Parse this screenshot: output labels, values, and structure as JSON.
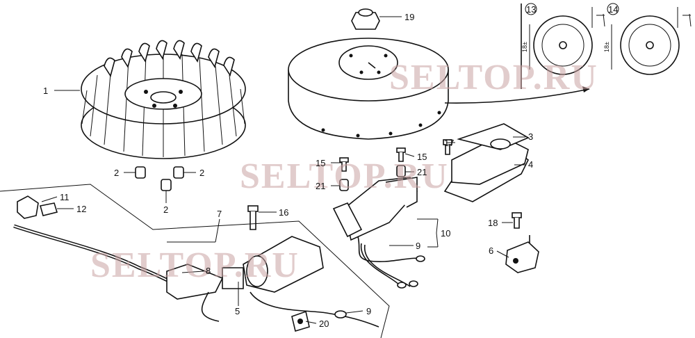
{
  "watermarks": [
    "SELTOP.RU",
    "SELTOP.RU",
    "SELTOP.RU"
  ],
  "inset": {
    "markers": [
      "13",
      "14"
    ],
    "dimension_text": [
      "18±",
      "18±"
    ]
  },
  "callouts": [
    {
      "id": "c1",
      "label": "1"
    },
    {
      "id": "c2a",
      "label": "2"
    },
    {
      "id": "c2b",
      "label": "2"
    },
    {
      "id": "c2c",
      "label": "2"
    },
    {
      "id": "c3",
      "label": "3"
    },
    {
      "id": "c4",
      "label": "4"
    },
    {
      "id": "c5",
      "label": "5"
    },
    {
      "id": "c6",
      "label": "6"
    },
    {
      "id": "c7",
      "label": "7"
    },
    {
      "id": "c8",
      "label": "8"
    },
    {
      "id": "c9a",
      "label": "9"
    },
    {
      "id": "c9b",
      "label": "9"
    },
    {
      "id": "c10",
      "label": "10"
    },
    {
      "id": "c11",
      "label": "11"
    },
    {
      "id": "c12",
      "label": "12"
    },
    {
      "id": "c15a",
      "label": "15"
    },
    {
      "id": "c15b",
      "label": "15"
    },
    {
      "id": "c16",
      "label": "16"
    },
    {
      "id": "c17",
      "label": "17"
    },
    {
      "id": "c18",
      "label": "18"
    },
    {
      "id": "c19",
      "label": "19"
    },
    {
      "id": "c20",
      "label": "20"
    },
    {
      "id": "c21a",
      "label": "21"
    },
    {
      "id": "c21b",
      "label": "21"
    }
  ]
}
